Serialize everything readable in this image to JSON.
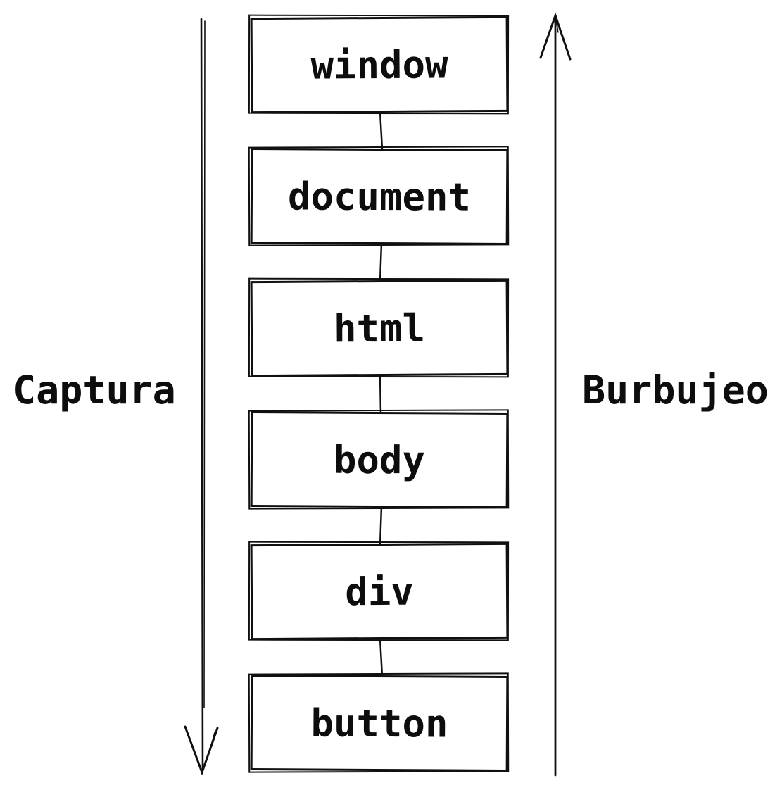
{
  "diagram": {
    "title_hint": "DOM event propagation phases",
    "left_label": "Captura",
    "right_label": "Burbujeo",
    "nodes": [
      {
        "label": "window"
      },
      {
        "label": "document"
      },
      {
        "label": "html"
      },
      {
        "label": "body"
      },
      {
        "label": "div"
      },
      {
        "label": "button"
      }
    ],
    "colors": {
      "ink": "#101010",
      "background": "#ffffff"
    },
    "icons": {
      "left_arrow": "arrow-down-icon",
      "right_arrow": "arrow-up-icon"
    }
  }
}
